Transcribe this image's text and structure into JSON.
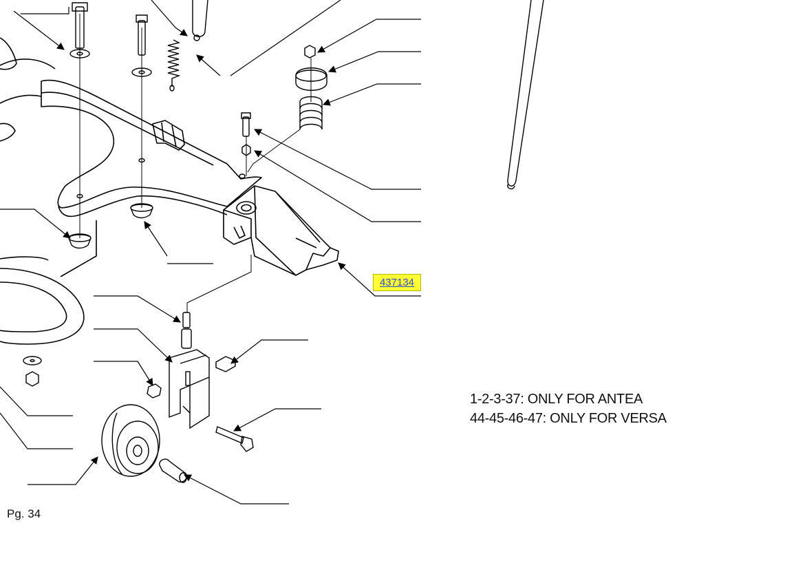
{
  "diagram": {
    "part_code_link": "437134",
    "notes": [
      "1-2-3-37: ONLY FOR ANTEA",
      "44-45-46-47: ONLY FOR VERSA"
    ],
    "page_number": "Pg. 34",
    "colors": {
      "line": "#000000",
      "highlight": "#ffff33",
      "link": "#2a4fd6"
    }
  }
}
